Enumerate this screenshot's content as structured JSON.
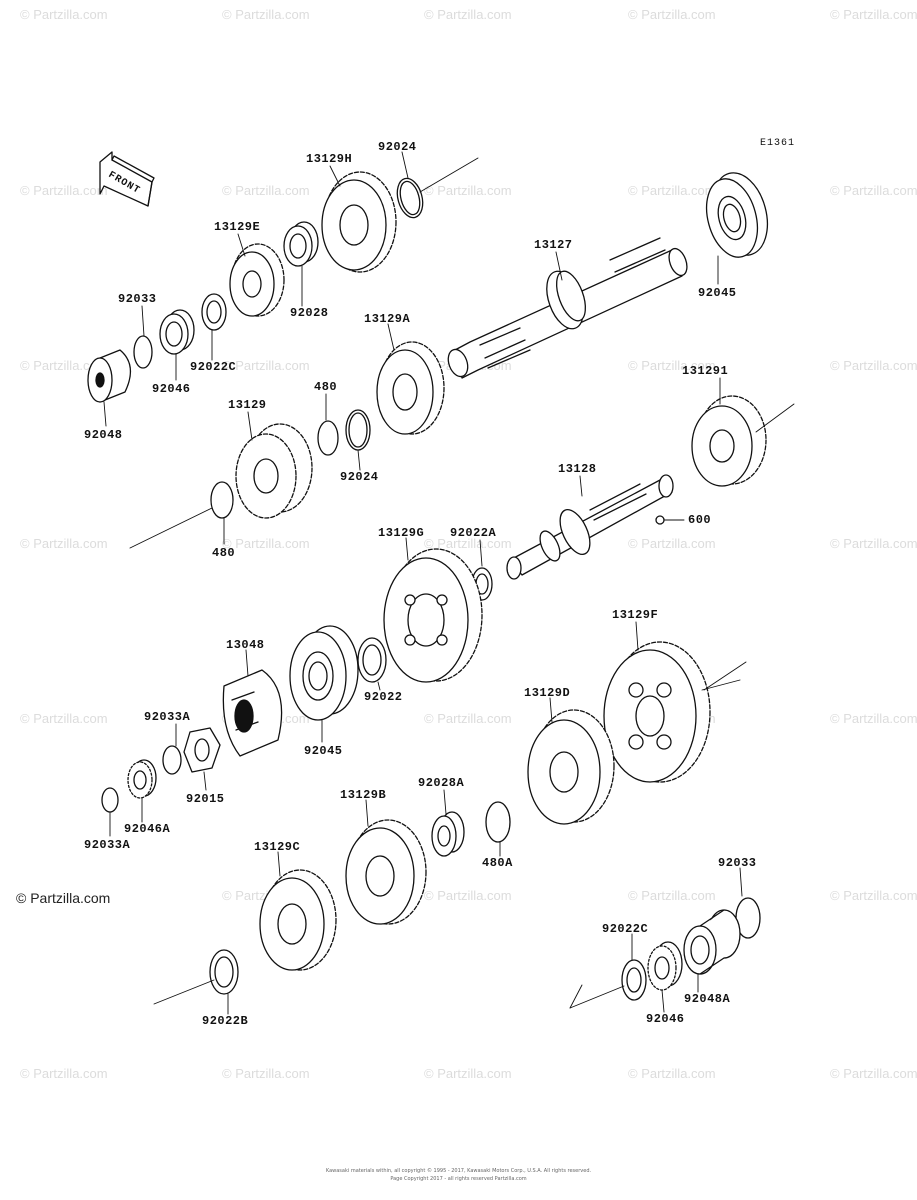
{
  "watermark": "© Partzilla.com",
  "diagram_code": "E1361",
  "front_label": "FRONT",
  "copyright": "© Partzilla.com",
  "footer": {
    "line1": "Kawasaki materials within, all copyright © 1995 - 2017, Kawasaki Motors Corp., U.S.A. All rights reserved.",
    "line2": "Page Copyright 2017 - all rights reserved Partzilla.com"
  },
  "parts": {
    "p13129H": "13129H",
    "p92024_top": "92024",
    "p13129E": "13129E",
    "p13127": "13127",
    "p92045_top": "92045",
    "p92033_top": "92033",
    "p92028": "92028",
    "p13129A": "13129A",
    "p92022C_top": "92022C",
    "p92046_top": "92046",
    "p92048": "92048",
    "p480_top": "480",
    "p13129": "13129",
    "p131291": "131291",
    "p92024_mid": "92024",
    "p13128": "13128",
    "p600": "600",
    "p480_mid": "480",
    "p13129G": "13129G",
    "p92022A": "92022A",
    "p13048": "13048",
    "p13129F": "13129F",
    "p92022": "92022",
    "p92045_mid": "92045",
    "p13129D": "13129D",
    "p92033A_top": "92033A",
    "p92015": "92015",
    "p92046A": "92046A",
    "p92033A_bot": "92033A",
    "p13129B": "13129B",
    "p92028A": "92028A",
    "p13129C": "13129C",
    "p480A": "480A",
    "p92033_bot": "92033",
    "p92022C_bot": "92022C",
    "p92048A": "92048A",
    "p92046_bot": "92046",
    "p92022B": "92022B"
  }
}
